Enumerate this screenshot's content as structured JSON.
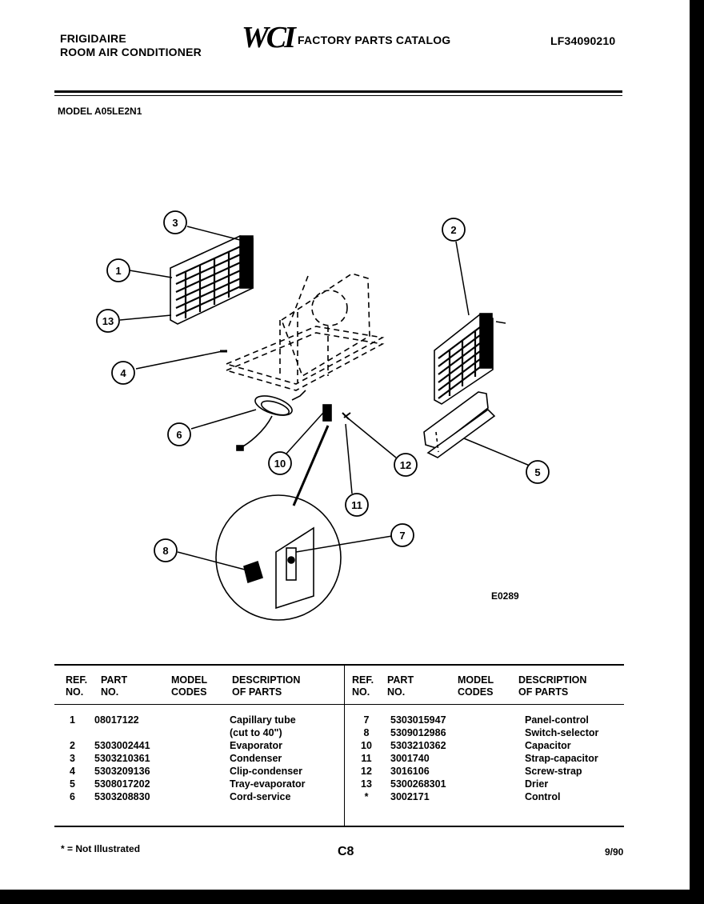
{
  "header": {
    "brand": "FRIGIDAIRE",
    "product": "ROOM AIR CONDITIONER",
    "logo": "WCI",
    "catalog_title": "FACTORY PARTS CATALOG",
    "catalog_number": "LF34090210"
  },
  "model_label": "MODEL A05LE2N1",
  "diagram": {
    "figure_code": "E0289",
    "callouts": [
      "1",
      "2",
      "3",
      "4",
      "5",
      "6",
      "7",
      "8",
      "10",
      "11",
      "12",
      "13"
    ]
  },
  "table": {
    "headers": {
      "ref": [
        "REF.",
        "NO."
      ],
      "part": [
        "PART",
        "NO."
      ],
      "model": [
        "MODEL",
        "CODES"
      ],
      "desc": [
        "DESCRIPTION",
        "OF PARTS"
      ]
    },
    "left_rows": [
      {
        "ref": "1",
        "part": "08017122",
        "desc": "Capillary tube"
      },
      {
        "ref": "",
        "part": "",
        "desc": "(cut to 40\")"
      },
      {
        "ref": "2",
        "part": "5303002441",
        "desc": "Evaporator"
      },
      {
        "ref": "3",
        "part": "5303210361",
        "desc": "Condenser"
      },
      {
        "ref": "4",
        "part": "5303209136",
        "desc": "Clip-condenser"
      },
      {
        "ref": "5",
        "part": "5308017202",
        "desc": "Tray-evaporator"
      },
      {
        "ref": "6",
        "part": "5303208830",
        "desc": "Cord-service"
      }
    ],
    "right_rows": [
      {
        "ref": "7",
        "part": "5303015947",
        "desc": "Panel-control"
      },
      {
        "ref": "8",
        "part": "5309012986",
        "desc": "Switch-selector"
      },
      {
        "ref": "10",
        "part": "5303210362",
        "desc": "Capacitor"
      },
      {
        "ref": "11",
        "part": "3001740",
        "desc": "Strap-capacitor"
      },
      {
        "ref": "12",
        "part": "3016106",
        "desc": "Screw-strap"
      },
      {
        "ref": "13",
        "part": "5300268301",
        "desc": "Drier"
      },
      {
        "ref": "*",
        "part": "3002171",
        "desc": "Control"
      }
    ]
  },
  "footer": {
    "note": "* = Not Illustrated",
    "page": "C8",
    "date": "9/90"
  }
}
